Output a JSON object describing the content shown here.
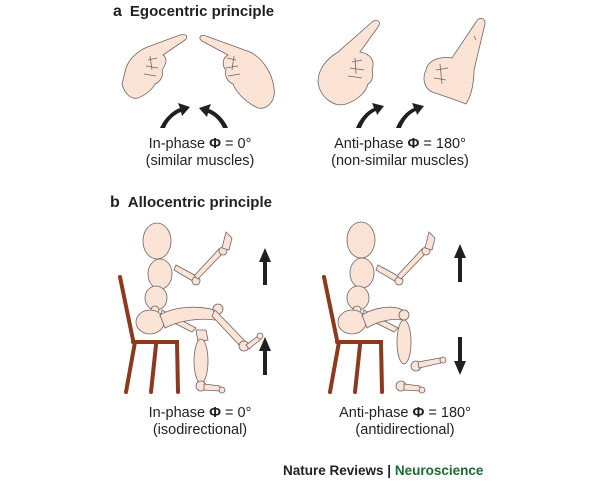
{
  "panels": {
    "a": {
      "letter": "a",
      "title": "Egocentric principle",
      "left": {
        "caption_prefix": "In-phase ",
        "phi": "Φ",
        "caption_value": " = 0°",
        "subcaption": "(similar muscles)"
      },
      "right": {
        "caption_prefix": "Anti-phase ",
        "phi": "Φ",
        "caption_value": " = 180°",
        "subcaption": "(non-similar muscles)"
      }
    },
    "b": {
      "letter": "b",
      "title": "Allocentric principle",
      "left": {
        "caption_prefix": "In-phase ",
        "phi": "Φ",
        "caption_value": " = 0°",
        "subcaption": "(isodirectional)"
      },
      "right": {
        "caption_prefix": "Anti-phase ",
        "phi": "Φ",
        "caption_value": " = 180°",
        "subcaption": "(antidirectional)"
      }
    }
  },
  "credit": {
    "publisher": "Nature Reviews",
    "separator": " | ",
    "journal": "Neuroscience"
  },
  "colors": {
    "skin": "#fbe3d6",
    "outline": "#6d6466",
    "chair": "#8b3a1e",
    "arrow": "#231f20",
    "journal_green": "#1b6b30"
  }
}
